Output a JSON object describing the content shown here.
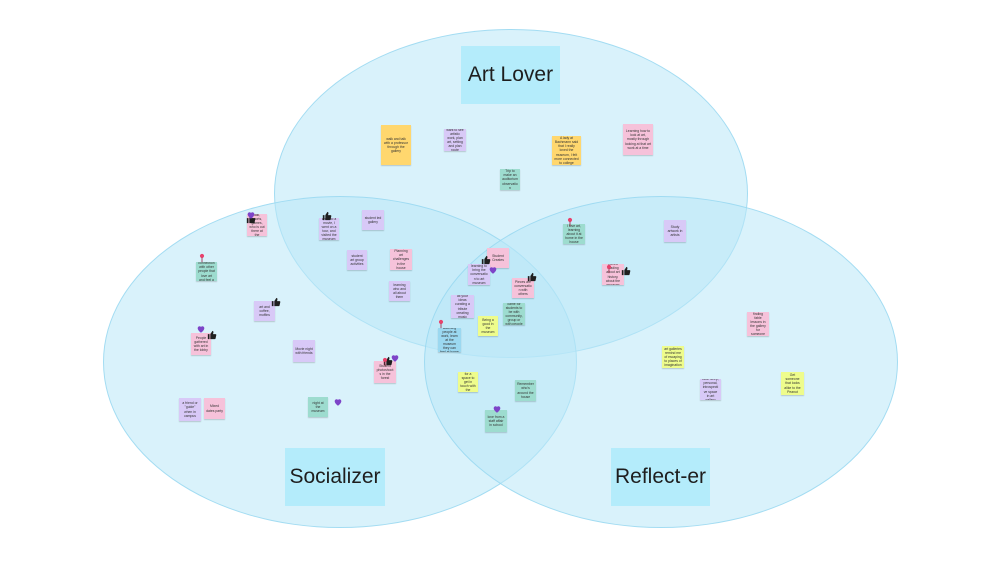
{
  "colors": {
    "circle_fill": "#bae8f8",
    "label_fill": "#b4ecfb",
    "yellow": "#ffd76e",
    "purple": "#d8c9f7",
    "pink": "#f6c2da",
    "teal": "#9ddccf",
    "lime": "#eefc8c",
    "blue": "#9bd8f0",
    "heart": "#7d44c8",
    "pin": "#e8426c"
  },
  "groups": [
    {
      "id": "art-lover",
      "label": "Art Lover"
    },
    {
      "id": "socializer",
      "label": "Socializer"
    },
    {
      "id": "reflecter",
      "label": "Reflect-er"
    }
  ],
  "notes": [
    {
      "color": "yellow",
      "text": "walk and talk with a professor through the gallery"
    },
    {
      "color": "purple",
      "text": "want to see artistic work, plan art, setting and plan route"
    },
    {
      "color": "yellow",
      "text": "A lady at Bachmann said that I really loved the museum, I felt more connected to college"
    },
    {
      "color": "pink",
      "text": "Learning how to look at art, mostly through looking at that art work at a time"
    },
    {
      "color": "teal",
      "text": "Trip to make an auditorium observation"
    },
    {
      "color": "purple",
      "text": "student led gallery"
    },
    {
      "color": "purple",
      "text": "Went to a movie, I went on a tour, and visited the museum"
    },
    {
      "color": "purple",
      "text": "student art group activities"
    },
    {
      "color": "pink",
      "text": "Planning art challenges in the house"
    },
    {
      "color": "purple",
      "text": "learning who and all about them"
    },
    {
      "color": "pink",
      "text": "Student Creates"
    },
    {
      "color": "purple",
      "text": "learning to bring the conversation to art museum"
    },
    {
      "color": "pink",
      "text": "Pieces are conversation with others"
    },
    {
      "color": "purple",
      "text": "art and coffee, muffins"
    },
    {
      "color": "purple",
      "text": "all your ideas curating a tribute creating music"
    },
    {
      "color": "teal",
      "text": "came for students to be with community, group or with people"
    },
    {
      "color": "lime",
      "text": "Being a good in the museum"
    },
    {
      "color": "blue",
      "text": "I loved watching people at work, learn at the museum they can feel at home there"
    },
    {
      "color": "teal",
      "text": "I love art, learning about it at home in the house"
    },
    {
      "color": "purple",
      "text": "Study artwork in artists"
    },
    {
      "color": "pink",
      "text": "Loved reading about art history, about the museum"
    },
    {
      "color": "teal",
      "text": "Make a connection with other people that love art and feel a connection"
    },
    {
      "color": "pink",
      "text": "Students talk, sports, games, who is out there at the museum"
    },
    {
      "color": "pink",
      "text": "People gathered with art in the lobby"
    },
    {
      "color": "purple",
      "text": "Movie night with friends"
    },
    {
      "color": "pink",
      "text": "Student photoshoots in the forest"
    },
    {
      "color": "purple",
      "text": "a friend or \"guide\" when in campus"
    },
    {
      "color": "pink",
      "text": "Mixed dates party"
    },
    {
      "color": "teal",
      "text": "night at the museum"
    },
    {
      "color": "lime",
      "text": "Looking for a space to get in touch with the museum"
    },
    {
      "color": "teal",
      "text": "Remember who's around the house"
    },
    {
      "color": "teal",
      "text": "love from a staff affair in school"
    },
    {
      "color": "pink",
      "text": "finding fable lessons in the gallery for someone"
    },
    {
      "color": "lime",
      "text": "art galleries remind me of escaping to places of imagination"
    },
    {
      "color": "purple",
      "text": "Both deep, personal, introspective space in art gallery"
    },
    {
      "color": "lime",
      "text": "Get someone that looks alike to the Peanut"
    }
  ],
  "stickers": [
    {
      "type": "thumb"
    },
    {
      "type": "thumb"
    },
    {
      "type": "thumb"
    },
    {
      "type": "thumb"
    },
    {
      "type": "thumb"
    },
    {
      "type": "thumb"
    },
    {
      "type": "thumb"
    },
    {
      "type": "thumb"
    },
    {
      "type": "heart"
    },
    {
      "type": "heart"
    },
    {
      "type": "heart"
    },
    {
      "type": "heart"
    },
    {
      "type": "heart"
    },
    {
      "type": "heart"
    },
    {
      "type": "pin"
    },
    {
      "type": "pin"
    },
    {
      "type": "pin"
    },
    {
      "type": "pin"
    },
    {
      "type": "pin"
    }
  ]
}
